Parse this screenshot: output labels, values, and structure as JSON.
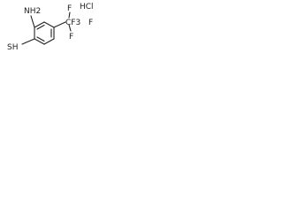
{
  "molecule": {
    "salt": "HCl",
    "amino_group": "NH2",
    "thiol_group": "SH",
    "substituent_group": "CF3",
    "fluorines": [
      "F",
      "F",
      "F"
    ]
  },
  "colors": {
    "bond": "#222222",
    "text": "#222222",
    "background": "#ffffff"
  }
}
